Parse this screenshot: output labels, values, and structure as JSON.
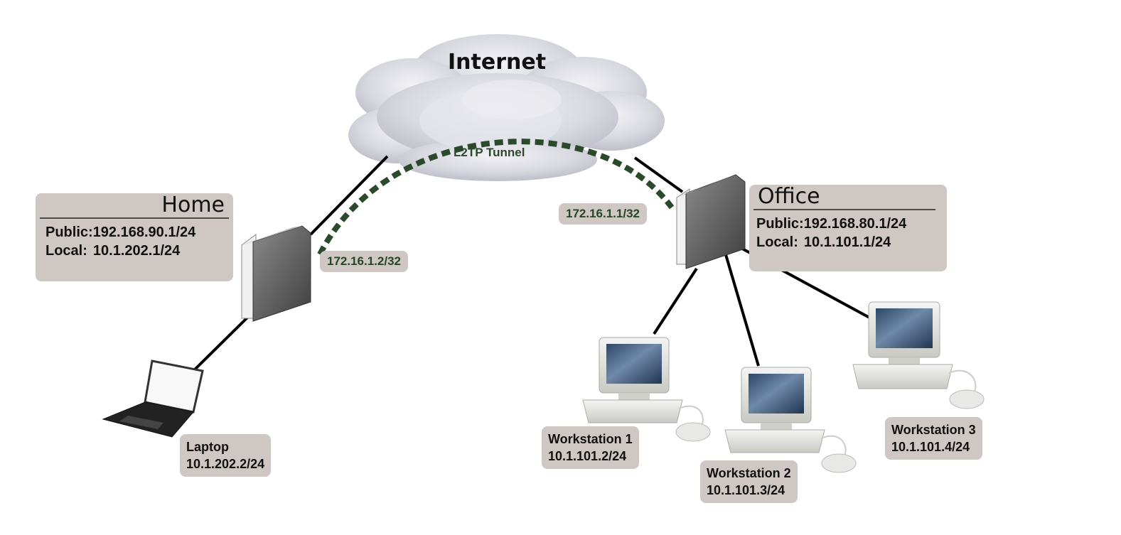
{
  "internet": {
    "label": "Internet"
  },
  "tunnel": {
    "label": "L2TP Tunnel",
    "color": "#2b4a2b"
  },
  "home": {
    "title": "Home",
    "public_key": "Public:",
    "public_ip": "192.168.90.1/24",
    "local_key": "Local:",
    "local_ip": "10.1.202.1/24",
    "tunnel_ip": "172.16.1.2/32"
  },
  "office": {
    "title": "Office",
    "public_key": "Public:",
    "public_ip": "192.168.80.1/24",
    "local_key": "Local:",
    "local_ip": "10.1.101.1/24",
    "tunnel_ip": "172.16.1.1/32"
  },
  "laptop": {
    "name": "Laptop",
    "ip": "10.1.202.2/24"
  },
  "workstations": [
    {
      "name": "Workstation 1",
      "ip": "10.1.101.2/24"
    },
    {
      "name": "Workstation 2",
      "ip": "10.1.101.3/24"
    },
    {
      "name": "Workstation 3",
      "ip": "10.1.101.4/24"
    }
  ],
  "colors": {
    "label_bg": "#cfc7c4",
    "tunnel_dash": "#2b4a2b",
    "link": "#000000",
    "cloud": "#d4d4dc"
  }
}
